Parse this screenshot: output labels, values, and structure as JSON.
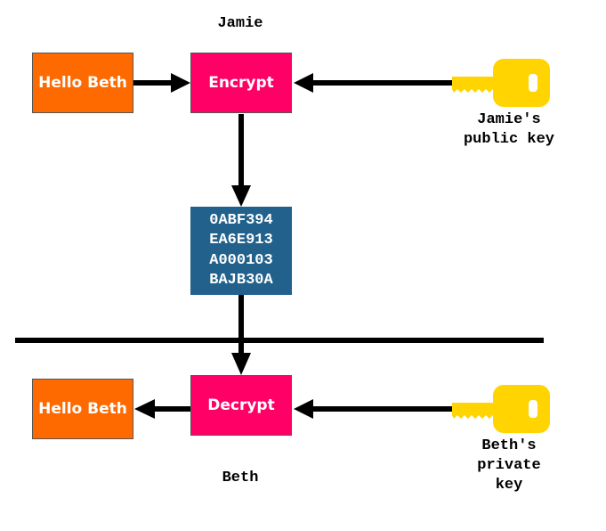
{
  "sender": {
    "name": "Jamie"
  },
  "receiver": {
    "name": "Beth"
  },
  "plaintext_in": "Hello Beth",
  "plaintext_out": "Hello Beth",
  "encrypt_label": "Encrypt",
  "decrypt_label": "Decrypt",
  "ciphertext": [
    "0ABF394",
    "EA6E913",
    "A000103",
    "BAJB30A"
  ],
  "public_key": {
    "lines": [
      "Jamie's",
      "public key"
    ],
    "icon": "key-icon",
    "color": "#ffd400"
  },
  "private_key": {
    "lines": [
      "Beth's",
      "private",
      "key"
    ],
    "icon": "key-icon",
    "color": "#ffd400"
  },
  "colors": {
    "plaintext": "#ff6a00",
    "operation": "#ff0066",
    "ciphertext": "#21618c",
    "arrow": "#000000"
  }
}
